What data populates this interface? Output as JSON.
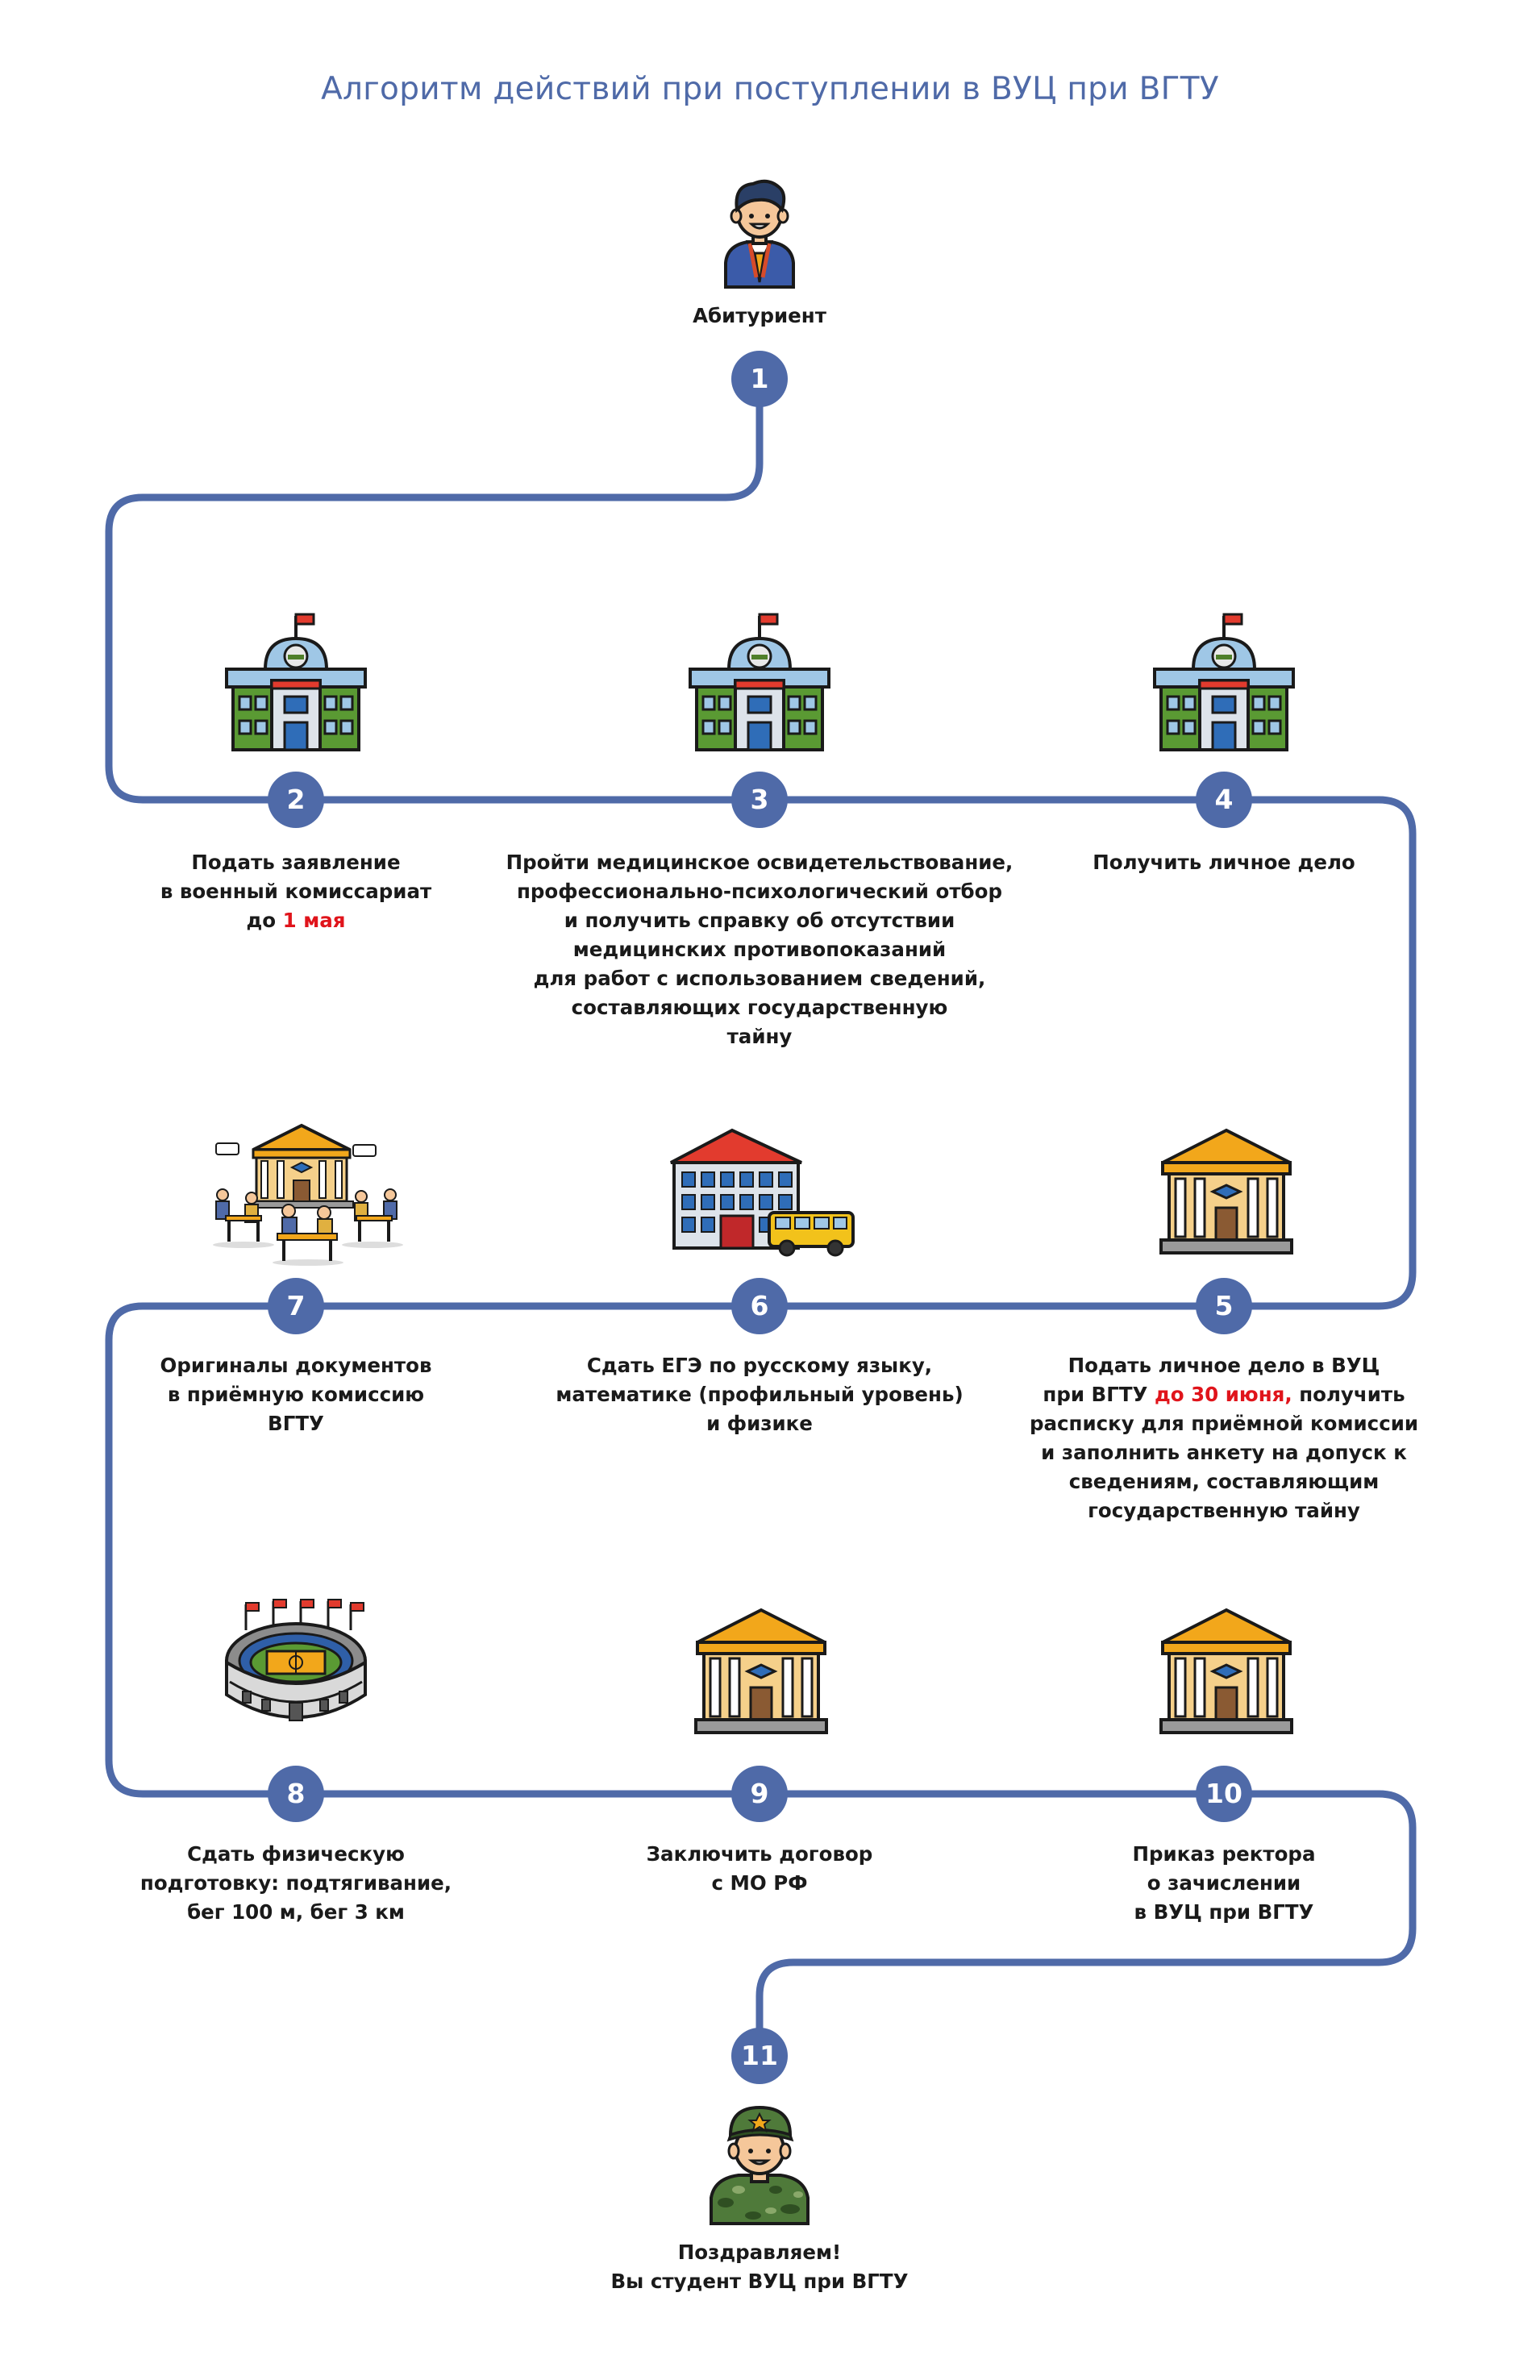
{
  "title": "Алгоритм действий при поступлении в ВУЦ при ВГТУ",
  "colors": {
    "accent": "#4f6aa8",
    "highlight": "#e0141b",
    "text": "#1a1a1a"
  },
  "start": {
    "label": "Абитуриент",
    "icon": "student-icon"
  },
  "steps": [
    {
      "num": "1"
    },
    {
      "num": "2",
      "icon": "military-building-icon",
      "text_a": "Подать заявление\nв военный комиссариат\nдо ",
      "highlight": "1 мая",
      "text_b": ""
    },
    {
      "num": "3",
      "icon": "military-building-icon",
      "text_a": "Пройти медицинское освидетельствование,\nпрофессионально-психологический отбор\nи получить справку об отсутствии\nмедицинских противопоказаний\nдля работ с использованием сведений,\nсоставляющих государственную\nтайну",
      "highlight": "",
      "text_b": ""
    },
    {
      "num": "4",
      "icon": "military-building-icon",
      "text_a": "Получить личное дело",
      "highlight": "",
      "text_b": ""
    },
    {
      "num": "5",
      "icon": "university-icon",
      "text_a": "Подать личное дело в ВУЦ\nпри ВГТУ ",
      "highlight": "до 30 июня,",
      "text_b": " получить\nрасписку для приёмной комиссии\nи заполнить анкету на допуск к\nсведениям, составляющим\nгосударственную тайну"
    },
    {
      "num": "6",
      "icon": "school-bus-icon",
      "text_a": "Сдать ЕГЭ по русскому языку,\nматематике (профильный уровень)\nи физике",
      "highlight": "",
      "text_b": ""
    },
    {
      "num": "7",
      "icon": "admission-committee-icon",
      "text_a": "Оригиналы документов\nв приёмную комиссию\nВГТУ",
      "highlight": "",
      "text_b": ""
    },
    {
      "num": "8",
      "icon": "stadium-icon",
      "text_a": "Сдать физическую\nподготовку: подтягивание,\nбег 100 м, бег 3 км",
      "highlight": "",
      "text_b": ""
    },
    {
      "num": "9",
      "icon": "university-icon",
      "text_a": "Заключить договор\nс МО РФ",
      "highlight": "",
      "text_b": ""
    },
    {
      "num": "10",
      "icon": "university-icon",
      "text_a": "Приказ ректора\nо зачислении\nв ВУЦ при ВГТУ",
      "highlight": "",
      "text_b": ""
    },
    {
      "num": "11"
    }
  ],
  "finish": {
    "label": "Поздравляем!\nВы студент ВУЦ при ВГТУ",
    "icon": "soldier-icon"
  }
}
